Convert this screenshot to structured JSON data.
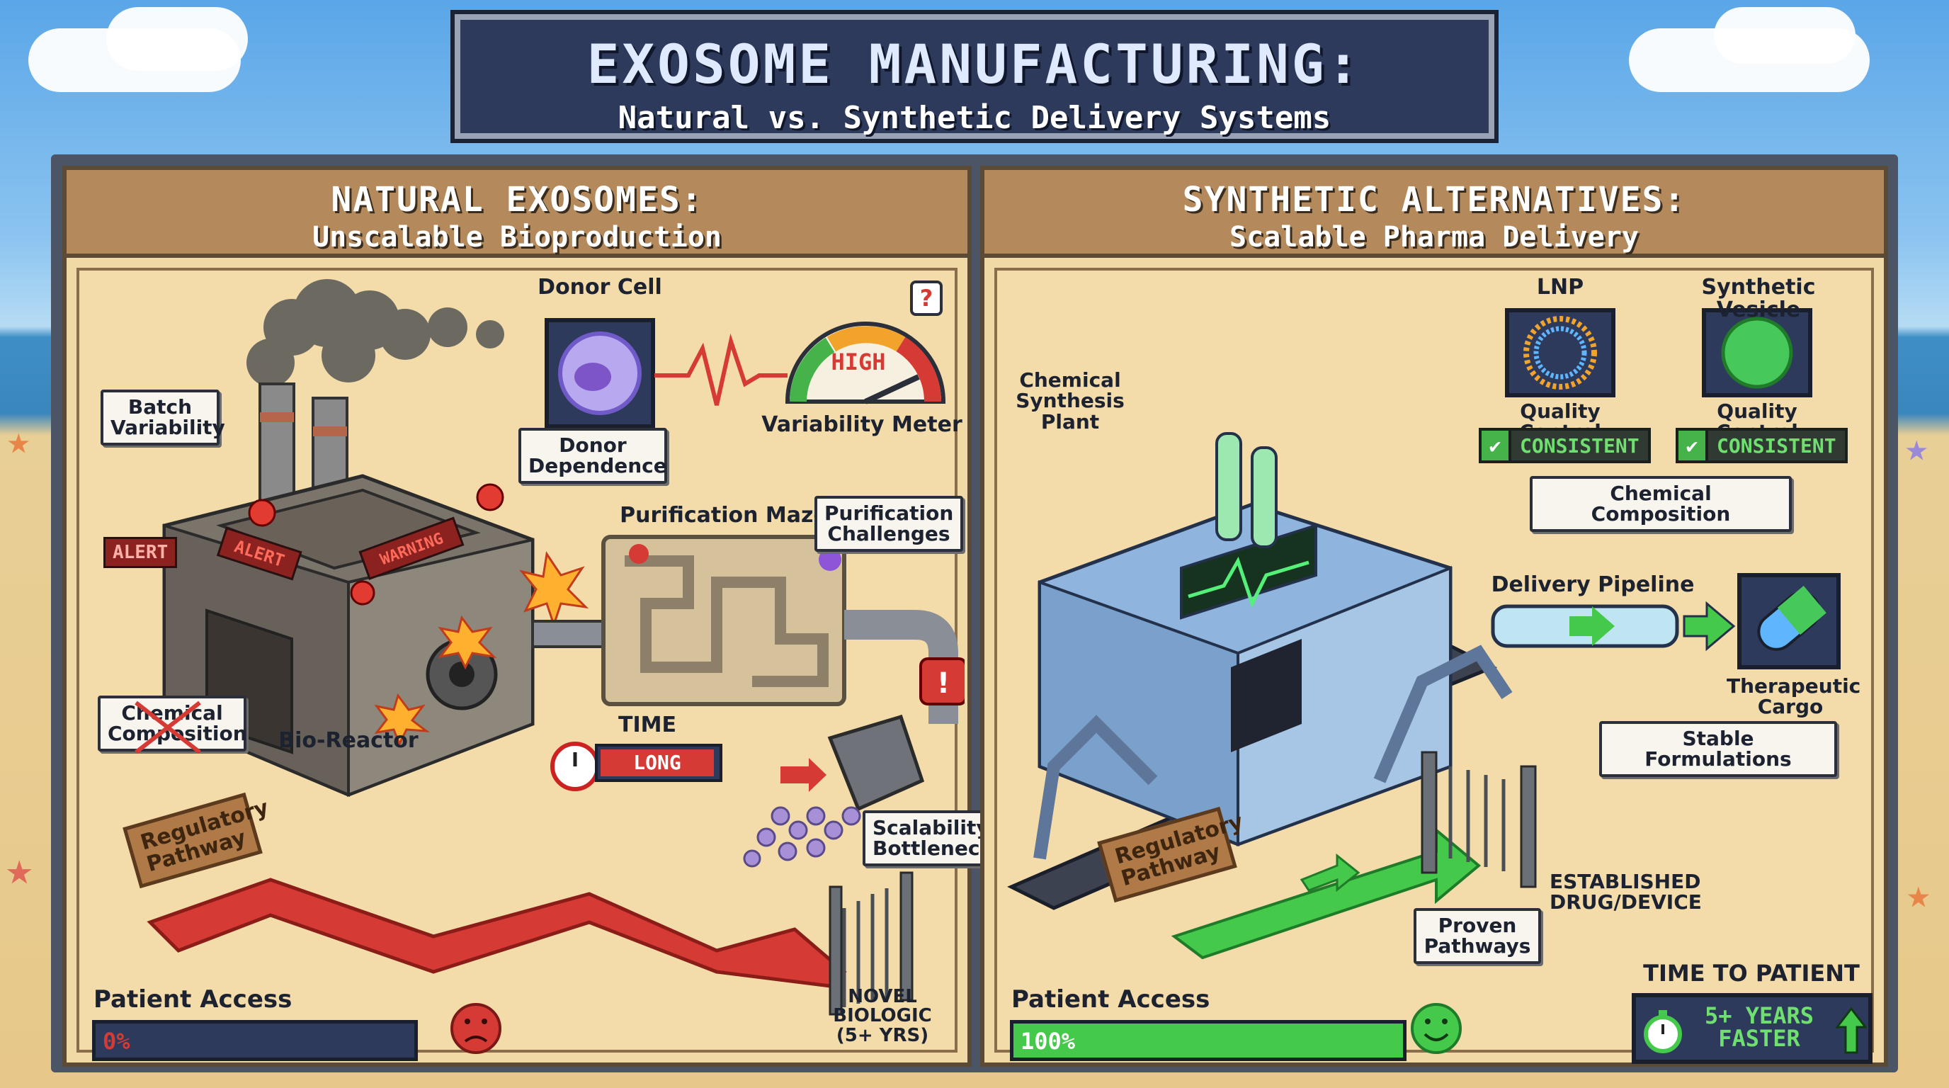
{
  "title": {
    "main": "EXOSOME MANUFACTURING:",
    "sub": "Natural vs. Synthetic Delivery Systems"
  },
  "left": {
    "header_title": "NATURAL EXOSOMES:",
    "header_sub": "Unscalable Bioproduction",
    "batch_variability": "Batch Variability",
    "alert_tag": "ALERT",
    "factory_alert": "ALERT",
    "factory_warning": "WARNING",
    "donor_cell": "Donor Cell",
    "donor_dependence": "Donor Dependence",
    "meter_value": "HIGH",
    "meter_label": "Variability Meter",
    "question_mark": "?",
    "purification_maze": "Purification Maze",
    "purification_challenges": "Purification Challenges",
    "chemical_composition": "Chemical Composition",
    "bio_reactor": "Bio-Reactor",
    "time_label": "TIME",
    "time_value": "LONG",
    "scalability_bottleneck": "Scalability Bottleneck",
    "regulatory_sign": "Regulatory Pathway",
    "gate_label": "NOVEL BIOLOGIC (5+ YRS)",
    "patient_access_label": "Patient Access",
    "patient_access_value": "0%",
    "patient_access_fraction": 0.0
  },
  "right": {
    "header_title": "SYNTHETIC ALTERNATIVES:",
    "header_sub": "Scalable Pharma Delivery",
    "plant_label": "Chemical Synthesis Plant",
    "lnp_label": "LNP",
    "vesicle_label": "Synthetic Vesicle",
    "qc_label_1": "Quality Control",
    "qc_label_2": "Quality Control",
    "qc_badge_1": "CONSISTENT",
    "qc_badge_2": "CONSISTENT",
    "chemical_composition": "Chemical Composition",
    "delivery_pipeline": "Delivery Pipeline",
    "therapeutic_cargo": "Therapeutic Cargo",
    "stable_formulations": "Stable Formulations",
    "regulatory_sign": "Regulatory Pathway",
    "gate_label": "ESTABLISHED DRUG/DEVICE",
    "proven_pathways": "Proven Pathways",
    "patient_access_label": "Patient Access",
    "patient_access_value": "100%",
    "patient_access_fraction": 1.0,
    "time_to_patient_label": "TIME TO PATIENT",
    "time_to_patient_value": "5+ YEARS FASTER"
  },
  "colors": {
    "danger_red": "#d63a34",
    "success_green": "#44c94a",
    "navy": "#2e3a5c",
    "parchment": "#f3dcaa",
    "wood": "#b48a5c"
  }
}
